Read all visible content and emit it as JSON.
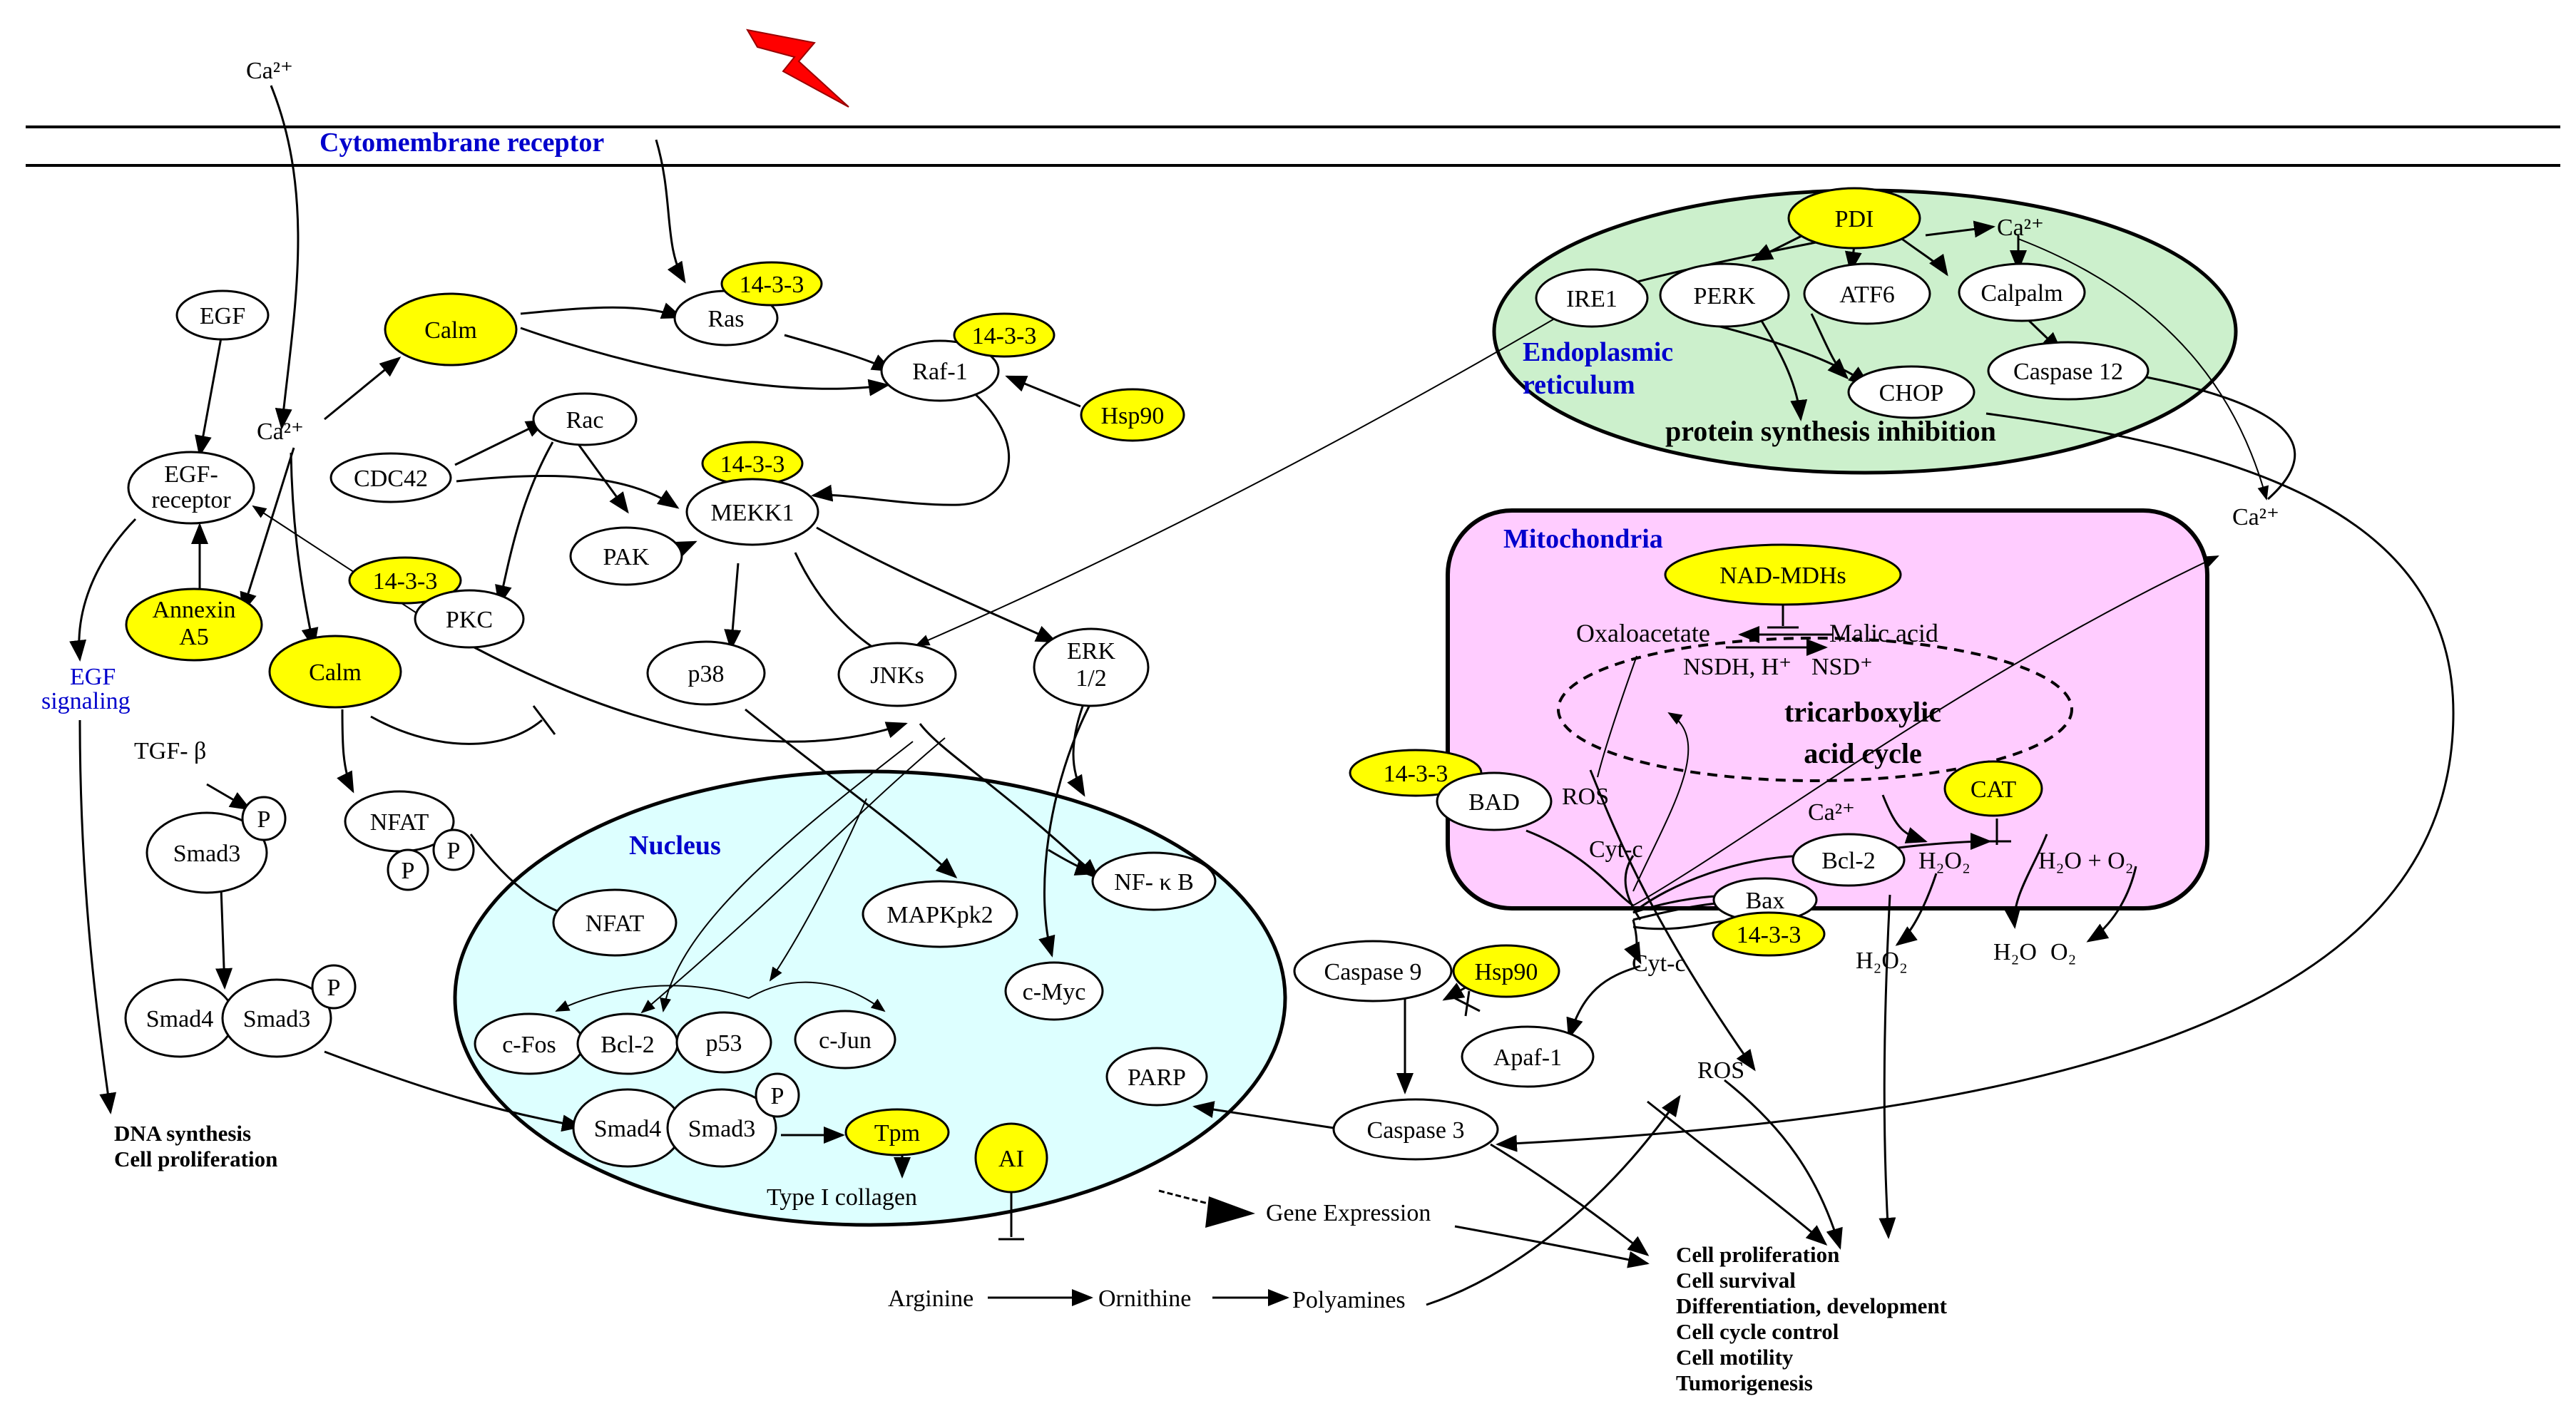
{
  "labels": {
    "ca_top": "Ca²⁺",
    "ca_left": "Ca²⁺",
    "ca_er": "Ca²⁺",
    "ca_right": "Ca²⁺",
    "ca_mito": "Ca²⁺",
    "cytomembrane_receptor": "Cytomembrane receptor",
    "egf": "EGF",
    "egf_receptor_l1": "EGF-",
    "egf_receptor_l2": "receptor",
    "annexin_l1": "Annexin",
    "annexin_l2": "A5",
    "egf_signaling_l1": "EGF",
    "egf_signaling_l2": "signaling",
    "calm_top": "Calm",
    "calm_bottom": "Calm",
    "ras": "Ras",
    "p1433_ras": "14-3-3",
    "raf1": "Raf-1",
    "p1433_raf": "14-3-3",
    "hsp90_top": "Hsp90",
    "rac": "Rac",
    "cdc42": "CDC42",
    "p1433_mekk": "14-3-3",
    "mekk1": "MEKK1",
    "pak": "PAK",
    "p1433_pkc": "14-3-3",
    "pkc": "PKC",
    "p38": "p38",
    "jnks": "JNKs",
    "erk_l1": "ERK",
    "erk_l2": "1/2",
    "tgfb": "TGF- β",
    "smad3_a": "Smad3",
    "p_a": "P",
    "nfat_cyto": "NFAT",
    "p_nfat1": "P",
    "p_nfat2": "P",
    "smad4_b": "Smad4",
    "smad3_b": "Smad3",
    "p_b": "P",
    "dna_synthesis": "DNA synthesis",
    "cell_proliferation_left": "Cell proliferation",
    "nucleus": "Nucleus",
    "nfat_nuc": "NFAT",
    "mapkpk2": "MAPKpk2",
    "nfkb": "NF- κ B",
    "cfos": "c-Fos",
    "bcl2_nuc": "Bcl-2",
    "p53": "p53",
    "cjun": "c-Jun",
    "cmyc": "c-Myc",
    "parp": "PARP",
    "smad4_nuc": "Smad4",
    "smad3_nuc": "Smad3",
    "p_nuc": "P",
    "tpm": "Tpm",
    "type1_collagen": "Type I collagen",
    "ai": "AI",
    "gene_expression": "Gene Expression",
    "arginine": "Arginine",
    "ornithine": "Ornithine",
    "polyamines": "Polyamines",
    "er_l1": "Endoplasmic",
    "er_l2": "reticulum",
    "pdi": "PDI",
    "ire1": "IRE1",
    "perk": "PERK",
    "atf6": "ATF6",
    "calpalm": "Calpalm",
    "caspase12": "Caspase 12",
    "chop": "CHOP",
    "protein_synthesis_inhibition": "protein synthesis inhibition",
    "mitochondria": "Mitochondria",
    "nad_mdhs": "NAD-MDHs",
    "oxaloacetate": "Oxaloacetate",
    "malic_acid": "Malic acid",
    "nsdh": "NSDH, H⁺",
    "nsd": "NSD⁺",
    "tca_l1": "tricarboxylic",
    "tca_l2": "acid cycle",
    "p1433_bad": "14-3-3",
    "bad": "BAD",
    "ros_mito": "ROS",
    "cat": "CAT",
    "cytc_mito": "Cyt-c",
    "bcl2_mito": "Bcl-2",
    "h2o2_mito": "H₂O₂",
    "h2o_o2_mito": "H₂O + O₂",
    "bax": "Bax",
    "p1433_bax": "14-3-3",
    "cytc_out": "Cyt-c",
    "h2o2_out": "H₂O₂",
    "h2o_out": "H₂O",
    "o2_out": "O₂",
    "caspase9": "Caspase 9",
    "hsp90_bottom": "Hsp90",
    "apaf1": "Apaf-1",
    "ros_out": "ROS",
    "caspase3": "Caspase 3",
    "out_1": "Cell proliferation",
    "out_2": "Cell survival",
    "out_3": "Differentiation, development",
    "out_4": "Cell cycle control",
    "out_5": "Cell motility",
    "out_6": "Tumorigenesis"
  },
  "colors": {
    "highlight_protein": "#ffff00",
    "nucleus_fill": "#ddffff",
    "er_fill": "#ccf0cc",
    "mito_fill": "#ffccff",
    "compartment_label": "#0000cc",
    "stimulus_bolt": "#ff0000"
  }
}
